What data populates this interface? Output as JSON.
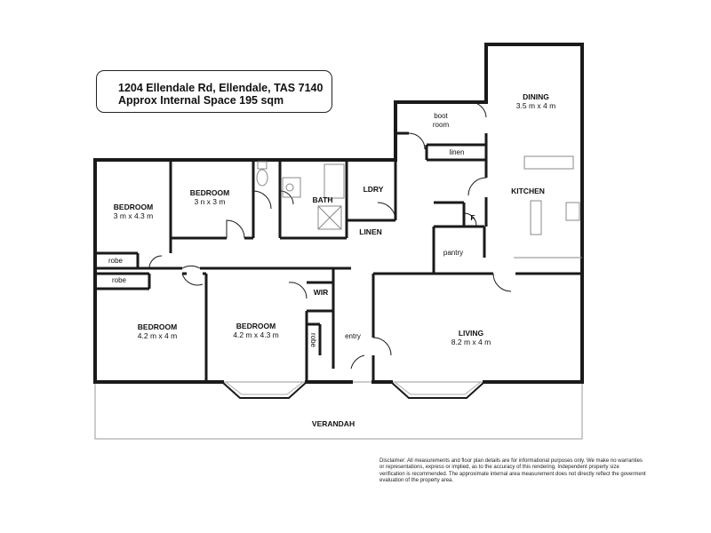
{
  "header": {
    "address": "1204 Ellendale Rd, Ellendale, TAS 7140",
    "area": "Approx Internal Space 195  sqm"
  },
  "rooms": {
    "dining": {
      "name": "DINING",
      "dims": "3.5 m x 4 m"
    },
    "boot_room": {
      "name_line1": "boot",
      "name_line2": "room"
    },
    "linen_upper": {
      "name": "linen"
    },
    "kitchen": {
      "name": "KITCHEN"
    },
    "fridge": {
      "name": "F"
    },
    "pantry": {
      "name": "pantry"
    },
    "ldry": {
      "name": "LDRY"
    },
    "linen_lower": {
      "name": "LINEN"
    },
    "bath": {
      "name": "BATH"
    },
    "bedroom_nw": {
      "name": "BEDROOM",
      "dims": "3 m x 4.3 m"
    },
    "bedroom_n": {
      "name": "BEDROOM",
      "dims": "3 n x 3 m"
    },
    "robe_1": {
      "name": "robe"
    },
    "robe_2": {
      "name": "robe"
    },
    "bedroom_sw": {
      "name": "BEDROOM",
      "dims": "4.2 m x 4 m"
    },
    "bedroom_s": {
      "name": "BEDROOM",
      "dims": "4.2 m x 4.3  m"
    },
    "wir": {
      "name": "WIR"
    },
    "robe_3": {
      "name": "robe"
    },
    "entry": {
      "name": "entry"
    },
    "living": {
      "name": "LIVING",
      "dims": "8.2 m x 4 m"
    },
    "verandah": {
      "name": "VERANDAH"
    }
  },
  "disclaimer": "Disclaimer: All measurements and floor plan details are for informational purposes only. We  make no warranties or representations, express or implied, as to the accuracy of this rendering. Independent property size verification is recommended. The approximate internal area measurement does not directly reflect the goverment evaluation of the property area.",
  "colors": {
    "wall": "#1a1a1a",
    "fixture": "#888888",
    "background": "#ffffff"
  }
}
